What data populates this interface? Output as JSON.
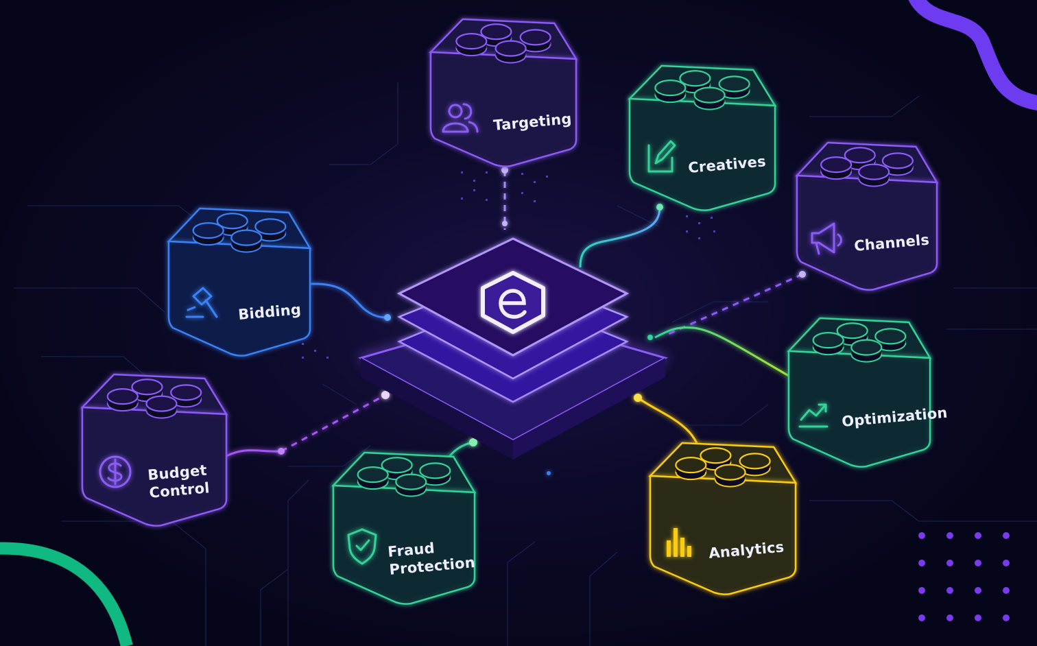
{
  "colors": {
    "background": "#07071a",
    "purple": "#8b5cf6",
    "blue": "#3b82f6",
    "teal": "#34d399",
    "lime": "#a3e635",
    "yellow": "#facc15"
  },
  "hub": {
    "icon": "e-logo-hexagon-icon"
  },
  "modules": [
    {
      "id": "targeting",
      "label_lines": [
        "Targeting"
      ],
      "icon": "users-icon"
    },
    {
      "id": "creatives",
      "label_lines": [
        "Creatives"
      ],
      "icon": "edit-icon"
    },
    {
      "id": "channels",
      "label_lines": [
        "Channels"
      ],
      "icon": "megaphone-icon"
    },
    {
      "id": "bidding",
      "label_lines": [
        "Bidding"
      ],
      "icon": "gavel-icon"
    },
    {
      "id": "optimization",
      "label_lines": [
        "Optimization"
      ],
      "icon": "trend-chart-icon"
    },
    {
      "id": "budget",
      "label_lines": [
        "Budget",
        "Control"
      ],
      "icon": "dollar-icon"
    },
    {
      "id": "fraud",
      "label_lines": [
        "Fraud",
        "Protection"
      ],
      "icon": "shield-check-icon"
    },
    {
      "id": "analytics",
      "label_lines": [
        "Analytics"
      ],
      "icon": "bar-chart-icon"
    }
  ]
}
